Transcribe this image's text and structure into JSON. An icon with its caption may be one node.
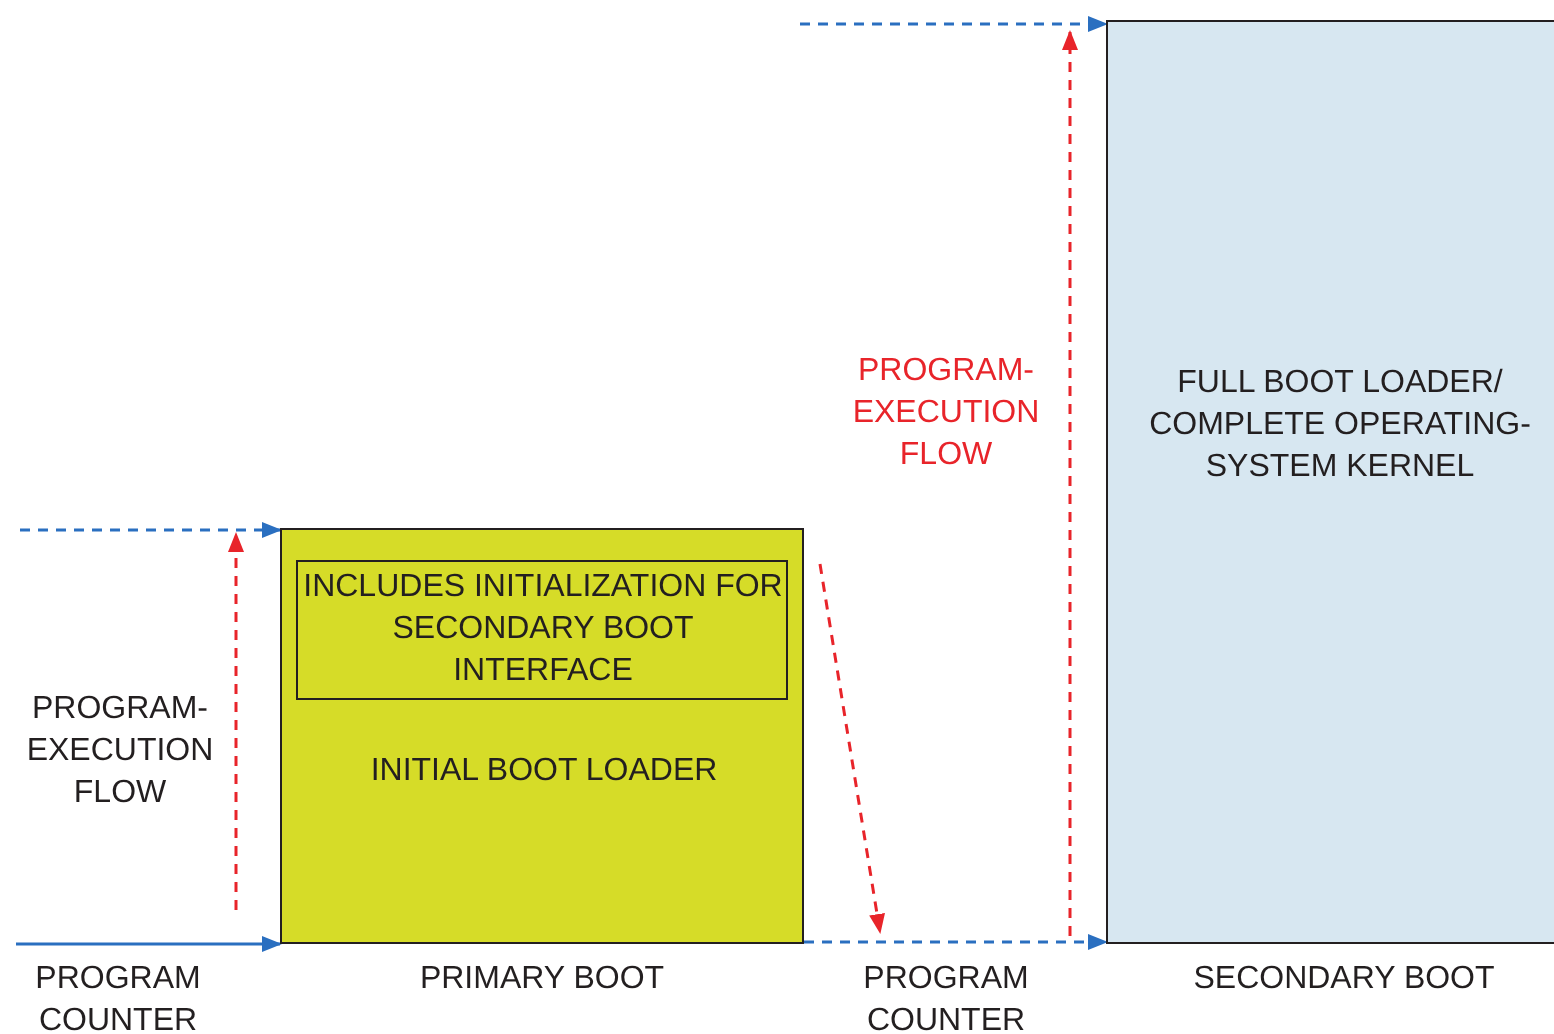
{
  "diagram": {
    "nodes": [
      {
        "text": [
          "INITIAL BOOT LOADER"
        ],
        "beside": [
          "PRIMARY BOOT"
        ]
      },
      {
        "text": [
          "INCLUDES INITIALIZATION FOR SECONDARY BOOT INTERFACE"
        ],
        "in": 0
      },
      {
        "text": [
          "FULL BOOT LOADER/ COMPLETE OPERATING- SYSTEM KERNEL"
        ],
        "beside": [
          "SECONDARY BOOT"
        ]
      }
    ],
    "edges": [
      {
        "from": null,
        "to": 0,
        "arrow": "to"
      },
      {
        "from": null,
        "to": 0,
        "arrow": "to",
        "style": "dashed"
      },
      {
        "from": 0,
        "to": 2,
        "arrow": "to",
        "style": "dashed"
      },
      {
        "from": null,
        "to": 2,
        "arrow": "to",
        "style": "dashed"
      }
    ],
    "labels": [
      "PROGRAM- EXECUTION FLOW",
      "PROGRAM- EXECUTION FLOW",
      "PROGRAM COUNTER",
      "PROGRAM COUNTER"
    ]
  }
}
